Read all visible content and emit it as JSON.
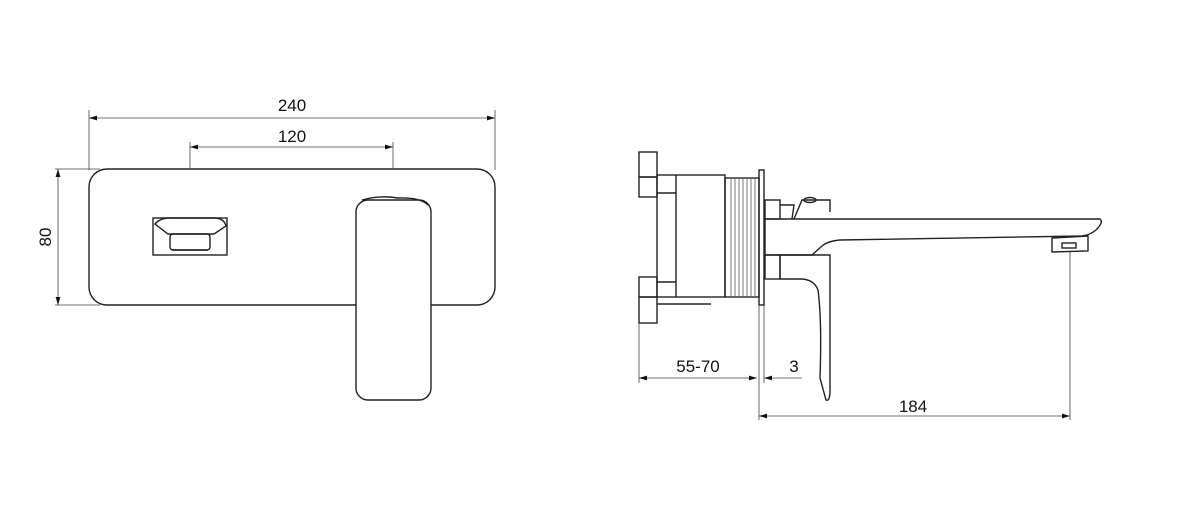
{
  "front_view": {
    "dim_width_total": "240",
    "dim_center_distance": "120",
    "dim_height": "80"
  },
  "side_view": {
    "dim_wall_depth": "55-70",
    "dim_plate_thickness": "3",
    "dim_spout_projection": "184"
  }
}
